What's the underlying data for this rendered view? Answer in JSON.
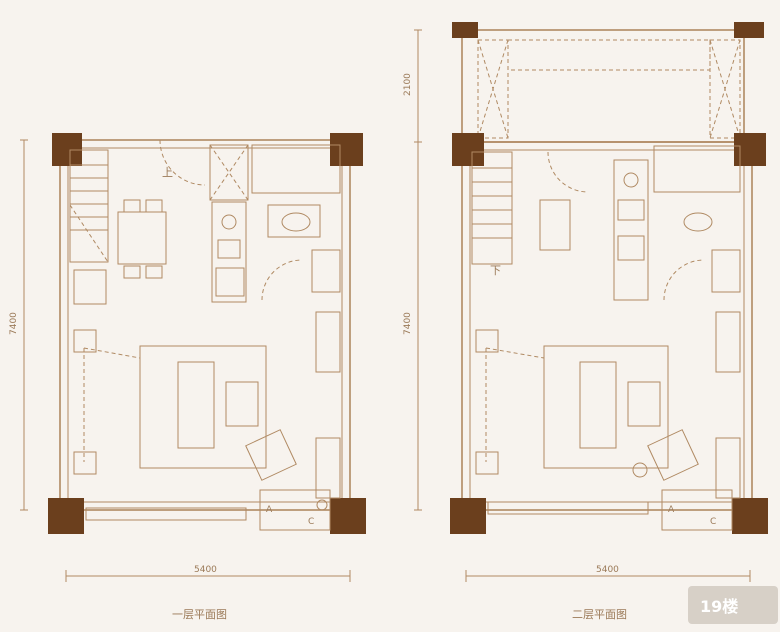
{
  "colors": {
    "wall": "#b08a63",
    "column": "#6b3f1d",
    "background": "#f7f3ee"
  },
  "plans": [
    {
      "title": "一层平面图",
      "width": "5400",
      "height": "7400",
      "stair_mark": "上"
    },
    {
      "title": "二层平面图",
      "width": "5400",
      "height": "7400",
      "upper": "2100",
      "stair_mark": "下"
    }
  ],
  "appliance_letters": [
    "A",
    "C"
  ],
  "watermark": "19楼"
}
